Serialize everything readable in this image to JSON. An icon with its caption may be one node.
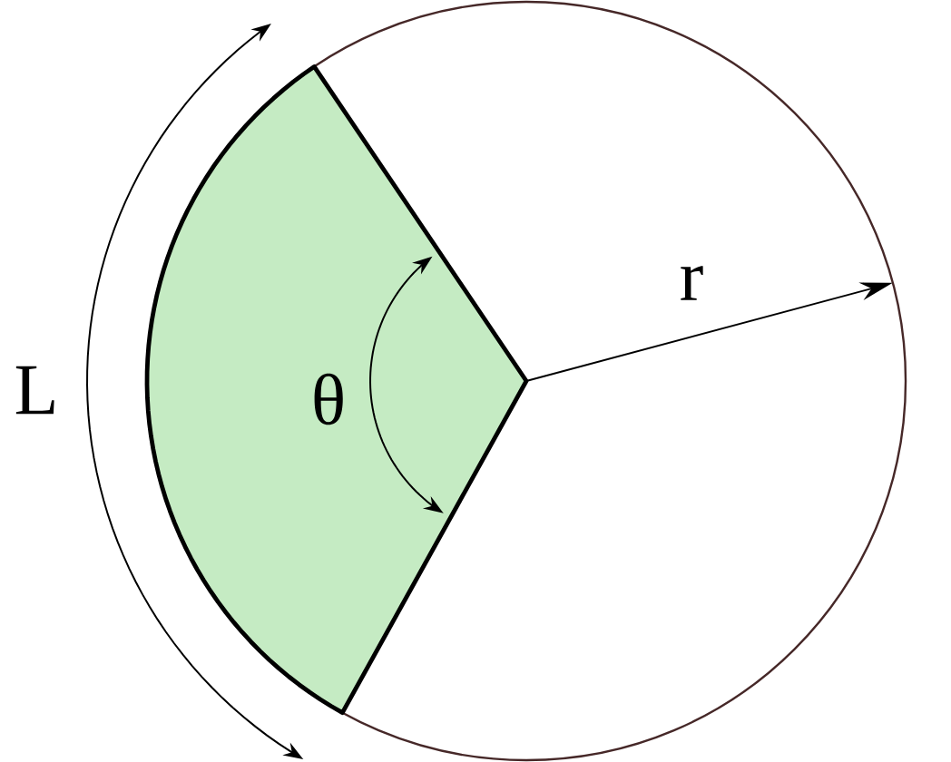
{
  "diagram": {
    "labels": [
      "L",
      "θ",
      "r"
    ]
  }
}
